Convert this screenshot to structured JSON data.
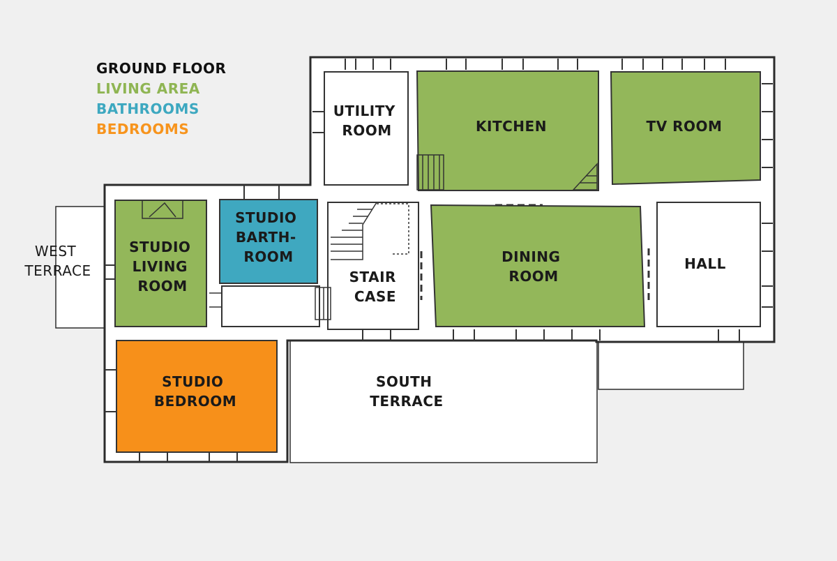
{
  "legend": {
    "title": "GROUND FLOOR",
    "items": [
      {
        "label": "LIVING AREA",
        "color": "#8fb553"
      },
      {
        "label": "BATHROOMS",
        "color": "#3da8c0"
      },
      {
        "label": "BEDROOMS",
        "color": "#f7941d"
      }
    ]
  },
  "rooms": {
    "utility": {
      "lines": [
        "UTILITY",
        "ROOM"
      ]
    },
    "kitchen": {
      "lines": [
        "KITCHEN"
      ],
      "color": "#93b75a"
    },
    "tv": {
      "lines": [
        "TV ROOM"
      ],
      "color": "#93b75a"
    },
    "studio_living": {
      "lines": [
        "STUDIO",
        "LIVING",
        "ROOM"
      ],
      "color": "#93b75a"
    },
    "studio_bath": {
      "lines": [
        "STUDIO",
        "BARTH-",
        "ROOM"
      ],
      "color": "#3fa8c0"
    },
    "staircase": {
      "lines": [
        "STAIR",
        "CASE"
      ]
    },
    "dining": {
      "lines": [
        "DINING",
        "ROOM"
      ],
      "color": "#93b75a"
    },
    "hall": {
      "lines": [
        "HALL"
      ]
    },
    "studio_bed": {
      "lines": [
        "STUDIO",
        "BEDROOM"
      ],
      "color": "#f7901a"
    },
    "south_terrace": {
      "lines": [
        "SOUTH",
        "TERRACE"
      ]
    },
    "west_terrace": {
      "lines": [
        "WEST",
        "TERRACE"
      ]
    }
  }
}
